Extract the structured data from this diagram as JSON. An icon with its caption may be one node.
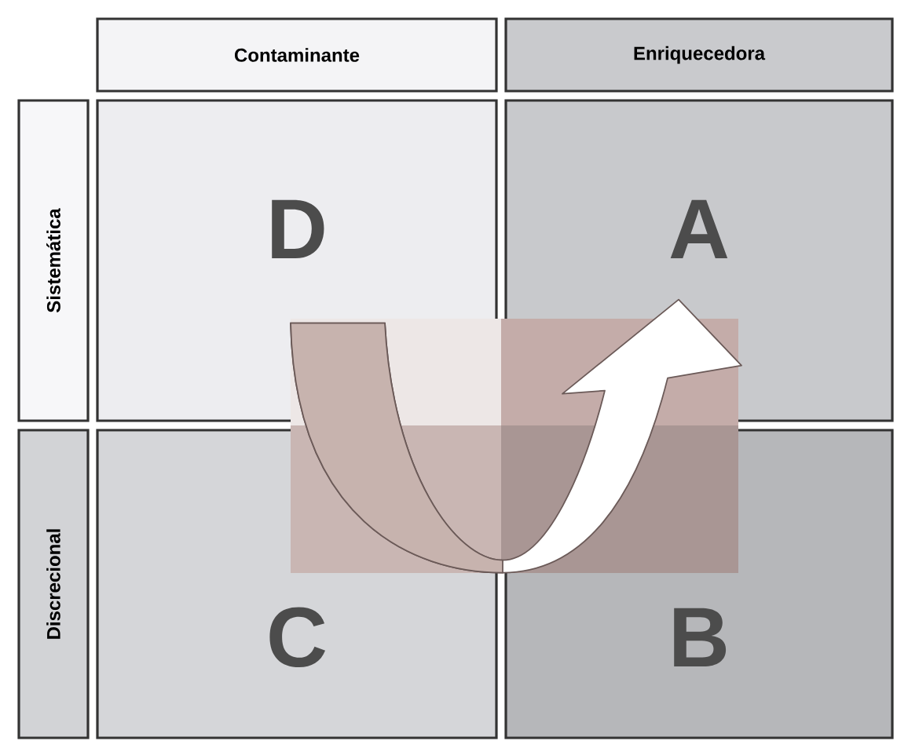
{
  "diagram": {
    "nodes": [
      {
        "text": [
          "Contaminante"
        ]
      },
      {
        "text": [
          "Enriquecedora"
        ]
      },
      {
        "text": [
          "Sistemática"
        ]
      },
      {
        "text": [
          "Discrecional"
        ]
      },
      {
        "text": [
          "D"
        ]
      },
      {
        "text": [
          "A"
        ]
      },
      {
        "text": [
          "C"
        ]
      },
      {
        "text": [
          "B"
        ]
      }
    ],
    "edges": [
      {
        "from": 4,
        "to": 5,
        "arrow": "to"
      }
    ]
  }
}
